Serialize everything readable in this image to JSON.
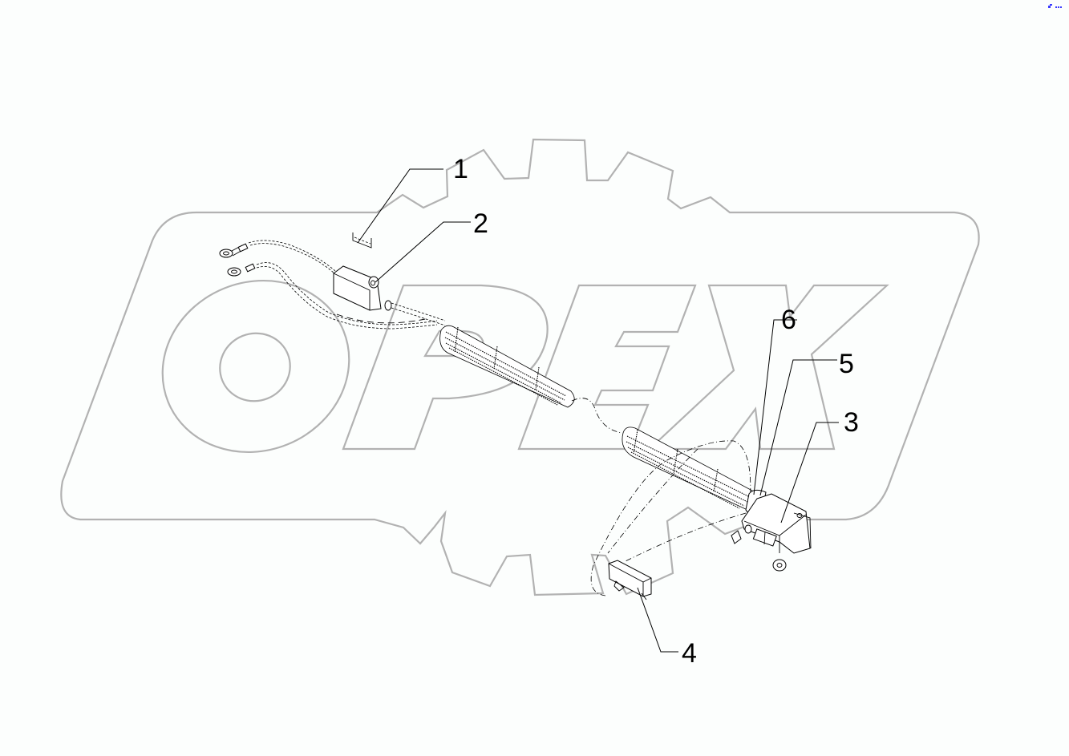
{
  "diagram": {
    "type": "exploded parts diagram",
    "watermark": {
      "text": "OPEX",
      "shape": "gear-and-parallelogram logo outline",
      "stroke_color": "#b2b2b2"
    },
    "background_color": "#fcfefd",
    "line_color": "#000000",
    "callouts": [
      {
        "number": "1",
        "label": "1"
      },
      {
        "number": "2",
        "label": "2"
      },
      {
        "number": "3",
        "label": "3"
      },
      {
        "number": "4",
        "label": "4"
      },
      {
        "number": "5",
        "label": "5"
      },
      {
        "number": "6",
        "label": "6"
      }
    ],
    "parts": [
      {
        "callout": "1",
        "name": "clip / fastener"
      },
      {
        "callout": "2",
        "name": "connector block with ring terminal leads"
      },
      {
        "callout": "3",
        "name": "switch housing"
      },
      {
        "callout": "4",
        "name": "sensor block"
      },
      {
        "callout": "5",
        "name": "sleeve end fitting"
      },
      {
        "callout": "6",
        "name": "corrugated conduit"
      }
    ]
  },
  "corner_indicator": {
    "color": "#3a3aff"
  }
}
